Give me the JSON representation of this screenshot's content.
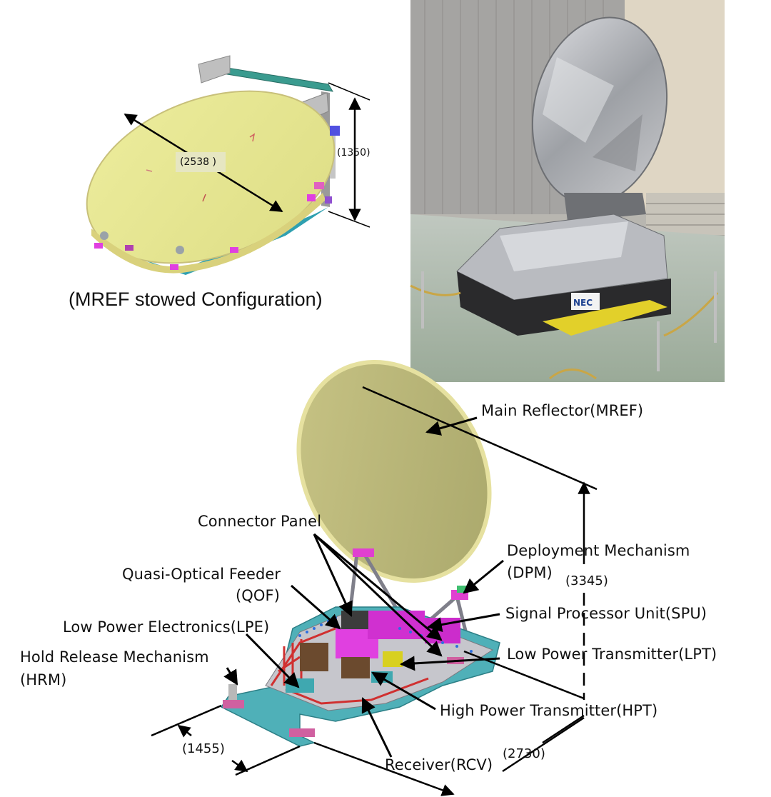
{
  "stowed": {
    "caption": "(MREF stowed Configuration)",
    "dim_diameter": "(2538 )",
    "dim_height": "(1350)"
  },
  "deployed": {
    "labels": {
      "main_reflector": "Main Reflector(MREF)",
      "connector_panel": "Connector Panel",
      "deployment_mechanism_1": "Deployment Mechanism",
      "deployment_mechanism_2": "(DPM)",
      "quasi_optical_feeder_1": "Quasi-Optical Feeder",
      "quasi_optical_feeder_2": "(QOF)",
      "signal_processor_unit": "Signal Processor Unit(SPU)",
      "low_power_electronics": "Low Power Electronics(LPE)",
      "hold_release_mechanism_1": "Hold Release Mechanism",
      "hold_release_mechanism_2": "(HRM)",
      "low_power_transmitter": "Low Power Transmitter(LPT)",
      "high_power_transmitter": "High Power Transmitter(HPT)",
      "receiver": "Receiver(RCV)"
    },
    "dims": {
      "height": "(3345)",
      "width": "(1455)",
      "length": "(2730)"
    }
  },
  "photo": {
    "logo_text": "NEC"
  }
}
